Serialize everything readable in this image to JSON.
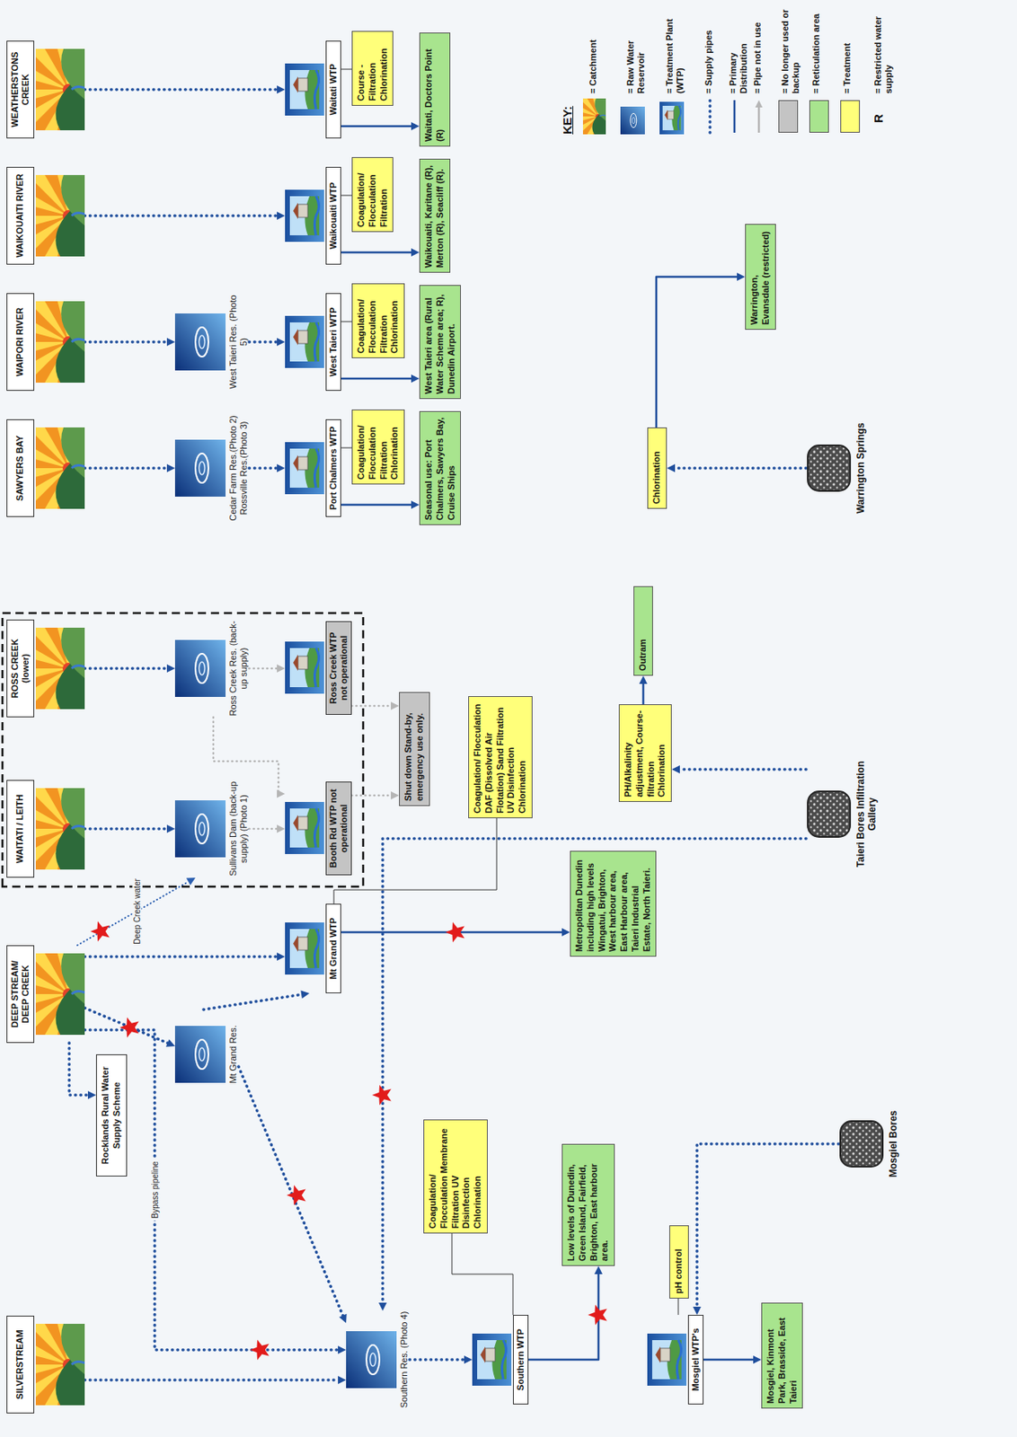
{
  "diagram": {
    "nodes": [
      {
        "text": [
          "SILVERSTREAM"
        ]
      },
      {
        "text": [
          "DEEP STREAM/ DEEP CREEK"
        ]
      },
      {
        "text": [
          "WAITATI / LEITH"
        ]
      },
      {
        "text": [
          "ROSS CREEK (lower)"
        ]
      },
      {
        "text": [
          "SAWYERS BAY"
        ]
      },
      {
        "text": [
          "WAIPORI RIVER"
        ]
      },
      {
        "text": [
          "WAIKOUAITI RIVER"
        ]
      },
      {
        "text": [
          "WEATHERSTONS CREEK"
        ]
      },
      {
        "text": [
          "Rocklands Rural Water Supply Scheme"
        ]
      },
      {
        "text": [
          "Mt Grand Res."
        ]
      },
      {
        "text": [
          "Sullivans Dam (back-up supply) (Photo 1)"
        ]
      },
      {
        "text": [
          "Ross Creek Res. (back-up supply)"
        ]
      },
      {
        "text": [
          "Cedar Farm Res.(Photo 2) Rossville Res.(Photo 3)"
        ]
      },
      {
        "text": [
          "West Taieri Res. (Photo 5)"
        ]
      },
      {
        "text": [
          "Southern Res. (Photo 4)"
        ]
      },
      {
        "text": [
          "Mt Grand WTP"
        ]
      },
      {
        "text": [
          "Booth Rd WTP not operational"
        ]
      },
      {
        "text": [
          "Ross Creek WTP not operational"
        ]
      },
      {
        "text": [
          "Port Chalmers WTP"
        ]
      },
      {
        "text": [
          "West Taieri WTP"
        ]
      },
      {
        "text": [
          "Waikouaiti WTP"
        ]
      },
      {
        "text": [
          "Waitati WTP"
        ]
      },
      {
        "text": [
          "Southern WTP"
        ]
      },
      {
        "text": [
          "Mosgiel WTP's"
        ]
      },
      {
        "text": [
          "Coagulation/ Flocculation DAF (Dissolved Air Flotation) Sand Filtration UV Disinfection Chlorination"
        ]
      },
      {
        "text": [
          "Coagulation/ Flocculation Filtration Chlorination"
        ]
      },
      {
        "text": [
          "Coagulation/ Flocculation Filtration Chlorination"
        ]
      },
      {
        "text": [
          "Coagulation/ Flocculation Filtration"
        ]
      },
      {
        "text": [
          "Course - Filtration Chlorination"
        ]
      },
      {
        "text": [
          "Coagulation/ Flocculation Membrane Filtration UV Disinfection Chlorination"
        ]
      },
      {
        "text": [
          "pH control"
        ]
      },
      {
        "text": [
          "PH/Alkalinity adjustment, Course-filtration Chlorination"
        ]
      },
      {
        "text": [
          "Chlorination"
        ]
      },
      {
        "text": [
          "Metropolitan Dunedin including high levels Wingatui, Brighton, West harbour area, East Harbour area, Taieri Industrial Estate, North Taieri."
        ]
      },
      {
        "text": [
          "Shut down Stand-by, emergency use only."
        ]
      },
      {
        "text": [
          "Seasonal use: Port Chalmers, Sawyers Bay, Cruise Ships"
        ]
      },
      {
        "text": [
          "West Taieri area (Rural Water Scheme area; R), Dunedin Airport."
        ]
      },
      {
        "text": [
          "Waikouaiti, Karitane (R), Merton (R), Seacliff (R)."
        ]
      },
      {
        "text": [
          "Waitati, Doctors Point (R)"
        ]
      },
      {
        "text": [
          "Low levels of Dunedin, Green Island, Fairfield, Brighton, East harbour area."
        ]
      },
      {
        "text": [
          "Mosgiel, Kinmont Park, Brasside, East Taieri"
        ]
      },
      {
        "text": [
          "Outram"
        ]
      },
      {
        "text": [
          "Warrington, Evansdale (restricted)"
        ]
      },
      {
        "text": [
          "Taieri Bores Infiltration Gallery"
        ]
      },
      {
        "text": [
          "Mosgiel Bores"
        ]
      },
      {
        "text": [
          "Warrington Springs"
        ]
      }
    ],
    "edges": [
      {
        "from": 0,
        "to": 14,
        "arrow": "to"
      },
      {
        "from": 1,
        "to": 8,
        "arrow": "to"
      },
      {
        "from": 1,
        "to": 14,
        "arrow": "to",
        "label": "Bypass pipeline"
      },
      {
        "from": 1,
        "to": 9,
        "arrow": "to"
      },
      {
        "from": 1,
        "to": 15,
        "arrow": "to"
      },
      {
        "from": 1,
        "to": 10,
        "arrow": "to",
        "label": "Deep Creek water"
      },
      {
        "from": 9,
        "to": 14,
        "arrow": "to"
      },
      {
        "from": 9,
        "to": 15,
        "arrow": "to"
      },
      {
        "from": 43,
        "to": 14,
        "arrow": "to"
      },
      {
        "from": 43,
        "to": 31,
        "arrow": "to"
      },
      {
        "from": 31,
        "to": 41,
        "arrow": "to"
      },
      {
        "from": 2,
        "to": 10,
        "arrow": "to"
      },
      {
        "from": 3,
        "to": 11,
        "arrow": "to"
      },
      {
        "from": 10,
        "to": 16,
        "arrow": "to"
      },
      {
        "from": 11,
        "to": 17,
        "arrow": "to"
      },
      {
        "from": 11,
        "to": 16,
        "arrow": "to"
      },
      {
        "from": 16,
        "to": 34,
        "arrow": "to"
      },
      {
        "from": 17,
        "to": 34,
        "arrow": "to"
      },
      {
        "from": 4,
        "to": 12,
        "arrow": "to"
      },
      {
        "from": 12,
        "to": 18,
        "arrow": "to"
      },
      {
        "from": 18,
        "to": 35,
        "arrow": "to"
      },
      {
        "from": 18,
        "to": 25,
        "arrow": "none"
      },
      {
        "from": 5,
        "to": 13,
        "arrow": "to"
      },
      {
        "from": 13,
        "to": 19,
        "arrow": "to"
      },
      {
        "from": 19,
        "to": 36,
        "arrow": "to"
      },
      {
        "from": 19,
        "to": 26,
        "arrow": "none"
      },
      {
        "from": 6,
        "to": 20,
        "arrow": "to"
      },
      {
        "from": 20,
        "to": 37,
        "arrow": "to"
      },
      {
        "from": 20,
        "to": 27,
        "arrow": "none"
      },
      {
        "from": 7,
        "to": 21,
        "arrow": "to"
      },
      {
        "from": 21,
        "to": 38,
        "arrow": "to"
      },
      {
        "from": 21,
        "to": 28,
        "arrow": "none"
      },
      {
        "from": 14,
        "to": 22,
        "arrow": "to"
      },
      {
        "from": 22,
        "to": 39,
        "arrow": "to"
      },
      {
        "from": 22,
        "to": 29,
        "arrow": "none"
      },
      {
        "from": 44,
        "to": 23,
        "arrow": "to"
      },
      {
        "from": 23,
        "to": 40,
        "arrow": "to"
      },
      {
        "from": 23,
        "to": 30,
        "arrow": "none"
      },
      {
        "from": 15,
        "to": 33,
        "arrow": "to"
      },
      {
        "from": 15,
        "to": 24,
        "arrow": "none"
      },
      {
        "from": 45,
        "to": 32,
        "arrow": "to"
      },
      {
        "from": 32,
        "to": 42,
        "arrow": "to"
      }
    ],
    "labels": [
      "KEY:",
      "R"
    ],
    "legend": [
      {
        "text": "= Catchment"
      },
      {
        "text": "= Raw Water Reservoir"
      },
      {
        "text": "= Treatment Plant (WTP)"
      },
      {
        "text": "= Supply pipes"
      },
      {
        "text": "= Primary Distribution"
      },
      {
        "text": "= Pipe not in use"
      },
      {
        "text": "= No longer used or backup",
        "color": "#c4c4c4"
      },
      {
        "text": "= Reticulation area",
        "color": "#a8e48e"
      },
      {
        "text": "= Treatment",
        "color": "#ffff7a"
      },
      {
        "text": "= Restricted water supply"
      }
    ]
  }
}
